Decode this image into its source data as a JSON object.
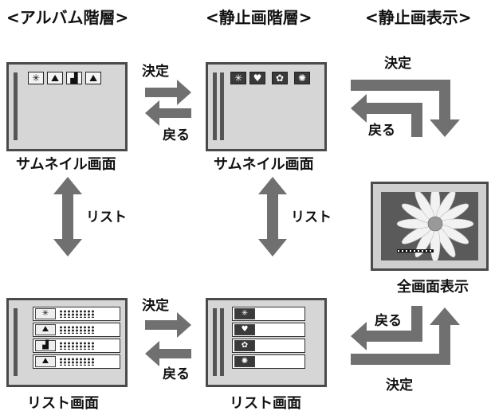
{
  "headers": {
    "album": "<アルバム階層>",
    "still": "<静止画階層>",
    "display": "<静止画表示>"
  },
  "captions": {
    "album_thumb": "サムネイル画面",
    "still_thumb": "サムネイル画面",
    "album_list": "リスト画面",
    "still_list": "リスト画面",
    "full_display": "全画面表示"
  },
  "labels": {
    "decide": "決定",
    "back": "戻る",
    "list": "リスト"
  },
  "icons": {
    "album": [
      "✳",
      "⛰",
      "▟",
      "⛰"
    ],
    "still": [
      "✳",
      "♥",
      "✿",
      "✺"
    ]
  },
  "colors": {
    "arrow": "#707070",
    "screen_bg": "#d6d6d6",
    "frame": "#4a4a4a"
  }
}
